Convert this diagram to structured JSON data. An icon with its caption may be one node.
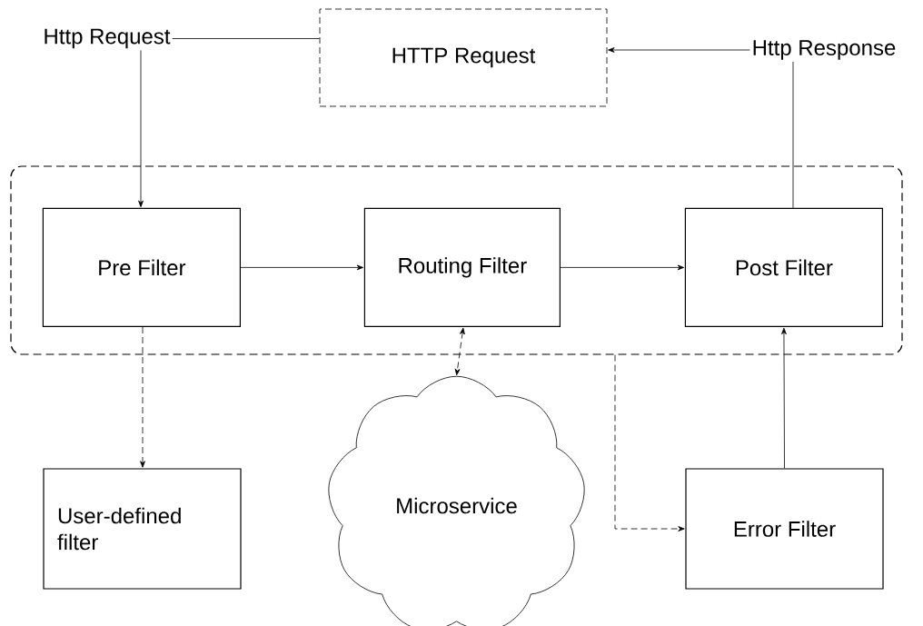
{
  "diagram": {
    "nodes": [
      {
        "text": [
          "Http Request"
        ]
      },
      {
        "text": [
          "HTTP Request"
        ]
      },
      {
        "text": [
          "Http Response"
        ]
      },
      {
        "text": [],
        "shape": "box"
      },
      {
        "text": [
          "Pre Filter"
        ],
        "in": 3
      },
      {
        "text": [
          "Routing Filter"
        ],
        "in": 3
      },
      {
        "text": [
          "Post Filter"
        ],
        "in": 3
      },
      {
        "text": [
          "User-defined filter"
        ]
      },
      {
        "text": [
          "Microservice"
        ]
      },
      {
        "text": [
          "Error Filter"
        ]
      }
    ],
    "edges": [
      {
        "from": 0,
        "to": 1,
        "arrow": "none"
      },
      {
        "from": 2,
        "to": 1,
        "arrow": "to"
      },
      {
        "from": 0,
        "to": 4,
        "arrow": "to"
      },
      {
        "from": 6,
        "to": 2,
        "arrow": "none"
      },
      {
        "from": 4,
        "to": 5,
        "arrow": "to"
      },
      {
        "from": 5,
        "to": 6,
        "arrow": "to"
      },
      {
        "from": 4,
        "to": 7,
        "arrow": "to",
        "style": "dashed"
      },
      {
        "from": 5,
        "to": 8,
        "arrow": "both",
        "style": "dashed"
      },
      {
        "from": 3,
        "to": 9,
        "arrow": "to",
        "style": "dashed"
      },
      {
        "from": 9,
        "to": 6,
        "arrow": "to"
      }
    ]
  }
}
